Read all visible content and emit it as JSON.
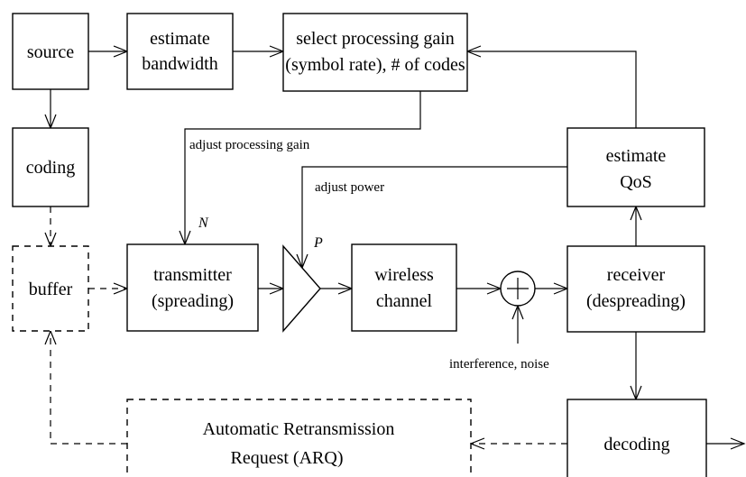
{
  "blocks": {
    "source": "source",
    "estimate_bw": [
      "estimate",
      "bandwidth"
    ],
    "select_gain": [
      "select processing gain",
      "(symbol rate), # of codes"
    ],
    "coding": "coding",
    "buffer": "buffer",
    "transmitter": [
      "transmitter",
      "(spreading)"
    ],
    "wireless": [
      "wireless",
      "channel"
    ],
    "receiver": [
      "receiver",
      "(despreading)"
    ],
    "estimate_qos": [
      "estimate",
      "QoS"
    ],
    "arq": [
      "Automatic Retransmission",
      "Request (ARQ)"
    ],
    "decoding": "decoding"
  },
  "labels": {
    "adjust_gain": "adjust processing gain",
    "adjust_power": "adjust power",
    "interference": "interference, noise",
    "n_symbol": "N",
    "p_symbol": "P"
  }
}
